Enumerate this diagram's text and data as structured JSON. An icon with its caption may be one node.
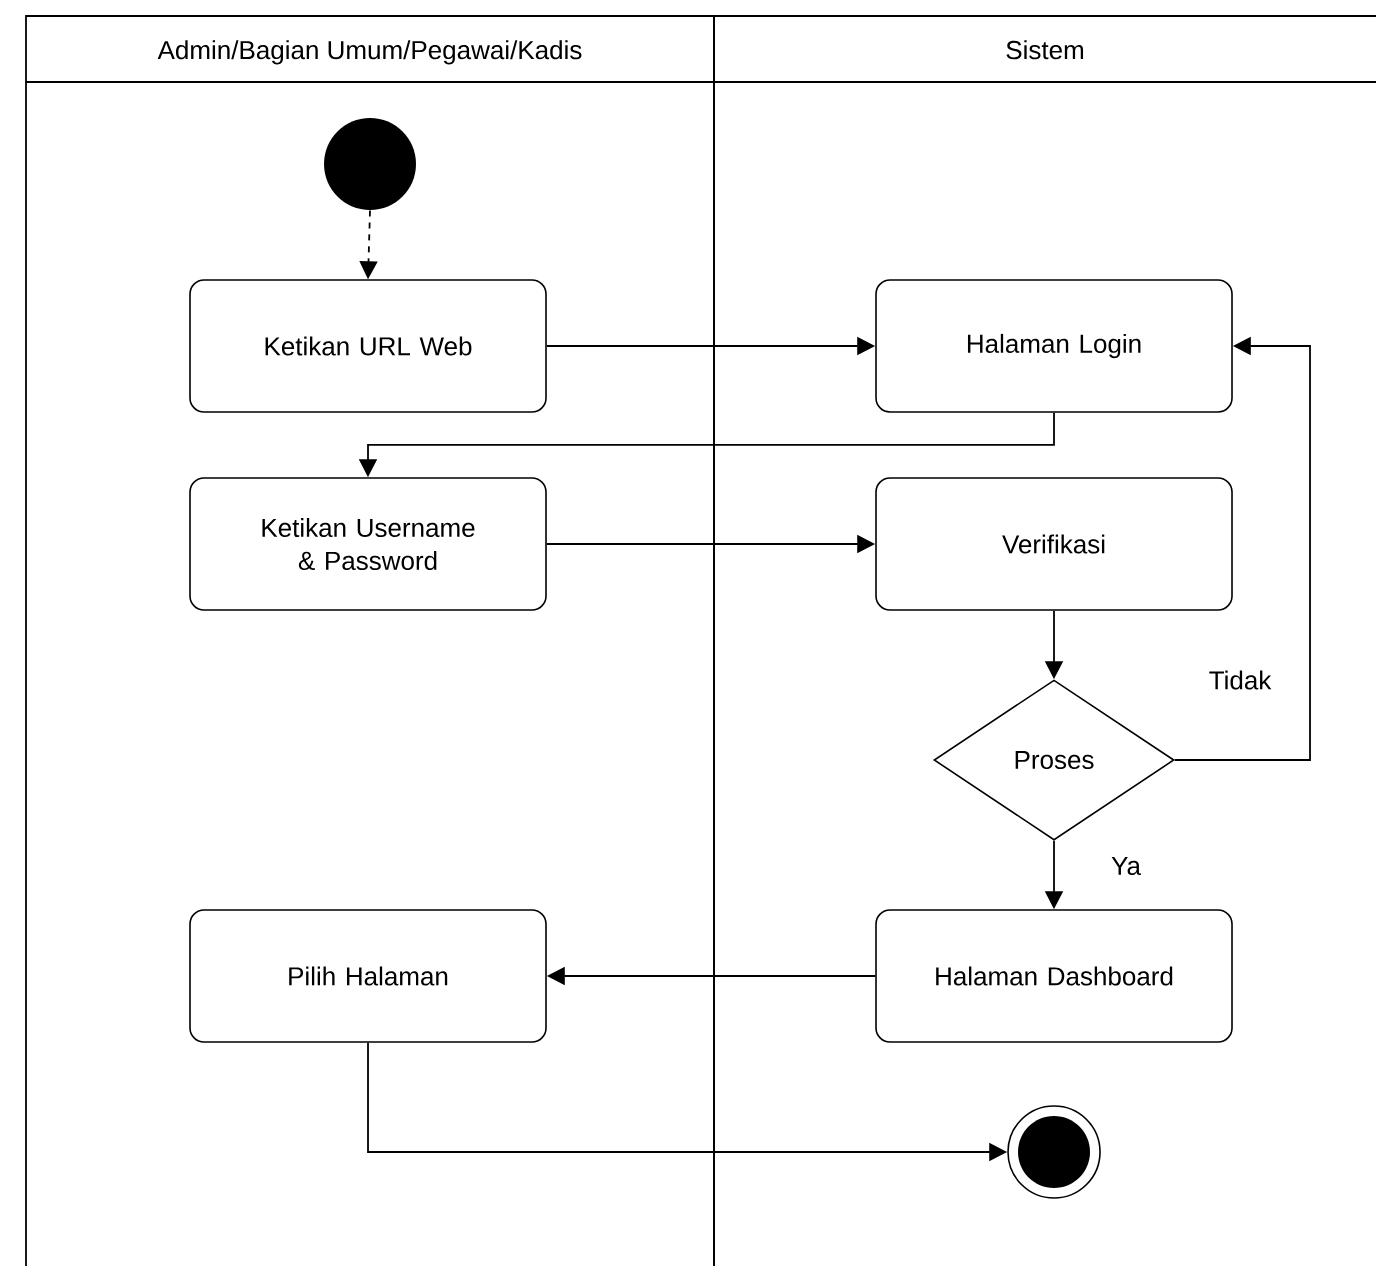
{
  "diagram": {
    "nodes": [
      {
        "text": [
          "Admin/Bagian Umum/Pegawai/Kadis"
        ]
      },
      {
        "text": [
          "Sistem"
        ]
      },
      {
        "text": [],
        "shape": "circle",
        "in": 0
      },
      {
        "text": [
          "Ketikan URL Web"
        ],
        "in": 0
      },
      {
        "text": [
          "Halaman Login"
        ],
        "in": 1
      },
      {
        "text": [
          "Ketikan Username & Password"
        ],
        "in": 0
      },
      {
        "text": [
          "Verifikasi"
        ],
        "in": 1
      },
      {
        "text": [
          "Proses"
        ],
        "in": 1
      },
      {
        "text": [
          "Pilih Halaman"
        ],
        "in": 0
      },
      {
        "text": [
          "Halaman Dashboard"
        ],
        "in": 1
      },
      {
        "text": [],
        "shape": "circle",
        "in": 1
      }
    ],
    "edges": [
      {
        "from": 2,
        "to": 3,
        "arrow": "to",
        "style": "dashed"
      },
      {
        "from": 3,
        "to": 4,
        "arrow": "to"
      },
      {
        "from": 4,
        "to": 5,
        "arrow": "to"
      },
      {
        "from": 5,
        "to": 6,
        "arrow": "to"
      },
      {
        "from": 6,
        "to": 7,
        "arrow": "to"
      },
      {
        "from": 7,
        "to": 4,
        "arrow": "to",
        "label": "Tidak"
      },
      {
        "from": 7,
        "to": 9,
        "arrow": "to",
        "label": "Ya"
      },
      {
        "from": 9,
        "to": 8,
        "arrow": "to"
      },
      {
        "from": 8,
        "to": 10,
        "arrow": "to"
      }
    ]
  }
}
